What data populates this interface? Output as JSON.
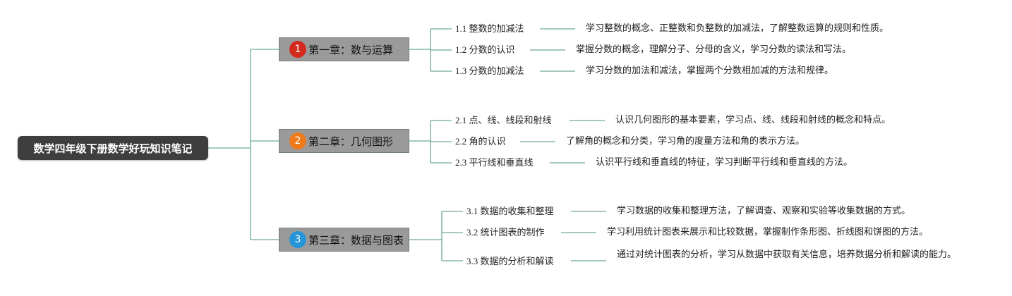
{
  "root": {
    "title": "数学四年级下册数学好玩知识笔记"
  },
  "colors": {
    "line": "#6fa89a",
    "root_bg": "#3e3e3e",
    "chapter_bg": "#9a9a9a"
  },
  "chapters": [
    {
      "badge": "1",
      "badge_color": "#d42a1e",
      "title": "第一章：数与运算",
      "sections": [
        {
          "title": "1.1 整数的加减法",
          "desc": "学习整数的概念、正整数和负整数的加减法，了解整数运算的规则和性质。"
        },
        {
          "title": "1.2 分数的认识",
          "desc": "掌握分数的概念，理解分子、分母的含义，学习分数的读法和写法。"
        },
        {
          "title": "1.3 分数的加减法",
          "desc": "学习分数的加法和减法，掌握两个分数相加减的方法和规律。"
        }
      ]
    },
    {
      "badge": "2",
      "badge_color": "#ef7a1c",
      "title": "第二章：几何图形",
      "sections": [
        {
          "title": "2.1 点、线、线段和射线",
          "desc": "认识几何图形的基本要素，学习点、线、线段和射线的概念和特点。"
        },
        {
          "title": "2.2 角的认识",
          "desc": "了解角的概念和分类，学习角的度量方法和角的表示方法。"
        },
        {
          "title": "2.3 平行线和垂直线",
          "desc": "认识平行线和垂直线的特征，学习判断平行线和垂直线的方法。"
        }
      ]
    },
    {
      "badge": "3",
      "badge_color": "#2595d8",
      "title": "第三章：数据与图表",
      "sections": [
        {
          "title": "3.1 数据的收集和整理",
          "desc": "学习数据的收集和整理方法，了解调查、观察和实验等收集数据的方式。"
        },
        {
          "title": "3.2 统计图表的制作",
          "desc": "学习利用统计图表来展示和比较数据，掌握制作条形图、折线图和饼图的方法。"
        },
        {
          "title": "3.3 数据的分析和解读",
          "desc": "通过对统计图表的分析，学习从数据中获取有关信息，培养数据分析和解读的能力。"
        }
      ]
    }
  ]
}
